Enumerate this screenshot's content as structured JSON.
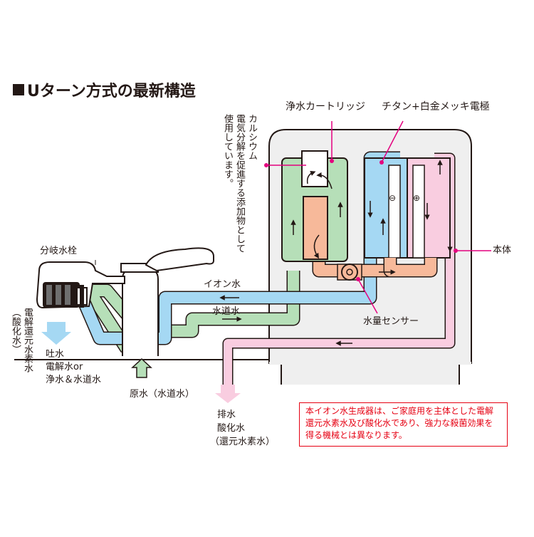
{
  "title": "Uターン方式の最新構造",
  "labels": {
    "cartridge": "浄水カートリッジ",
    "electrode": "チタン+白金メッキ電極",
    "additive_line1": "カルシウム",
    "additive_line2": "電気分解を促進する添加物として",
    "additive_line3": "使用しています。",
    "faucet_valve": "分岐水栓",
    "main_body": "本体",
    "ion_water": "イオン水",
    "tap_water": "水道水",
    "flow_sensor": "水量センサー",
    "outlet_line1": "吐水",
    "outlet_line2": "電解水or",
    "outlet_line3": "浄水＆水道水",
    "raw_water": "原水（水道水）",
    "drain_line1": "排水",
    "drain_line2": "酸化水",
    "drain_line3": "（還元水素水）",
    "left_vert1": "電解還元水素水",
    "left_vert2": "（酸化水）",
    "minus": "⊖",
    "plus": "⊕"
  },
  "notice": "本イオン水生成器は、ご家庭用を主体とした電解還元水素水及び酸化水であり、強力な殺菌効果を得る機械とは異なります。",
  "colors": {
    "blue": "#a5d8f3",
    "green": "#b6dfb8",
    "orange": "#f7b99a",
    "pink": "#f9cde0",
    "body_fill": "#efefef",
    "red": "#e60012",
    "magenta": "#e4007f"
  }
}
